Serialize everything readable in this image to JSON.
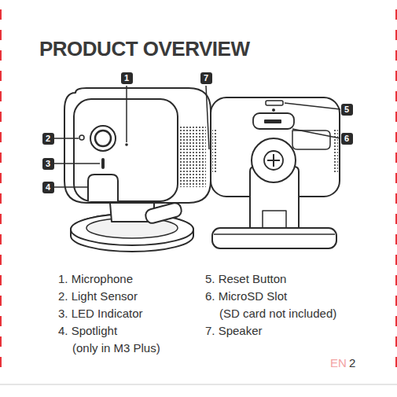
{
  "diagram": {
    "title": "PRODUCT OVERVIEW",
    "labels": [
      "1",
      "7",
      "2",
      "3",
      "4",
      "5",
      "6",
      "1. Microphone",
      "2. Light Sensor",
      "3. LED Indicator",
      "4. Spotlight",
      "(only in M3 Plus)",
      "5. Reset Button",
      "6. MicroSD Slot",
      "(SD card not included)",
      "7. Speaker",
      "EN",
      "2"
    ]
  }
}
